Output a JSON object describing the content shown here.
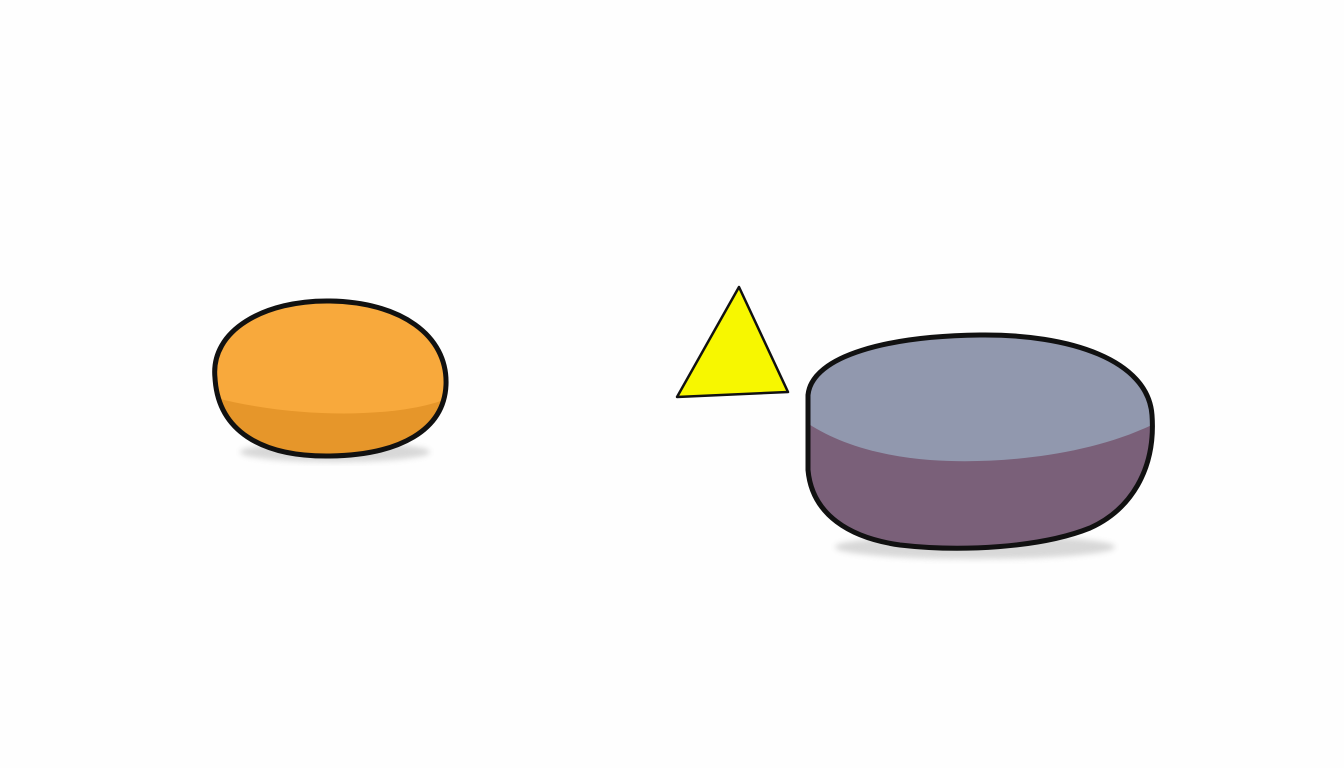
{
  "scene": {
    "background_color": "#fefefe",
    "shapes": [
      {
        "name": "orange-disc",
        "kind": "rounded-disc",
        "top_color": "#f8a93c",
        "side_color": "#e6962a",
        "outline_color": "#111111"
      },
      {
        "name": "yellow-triangle",
        "kind": "triangle",
        "fill_color": "#f7f700",
        "outline_color": "#111111"
      },
      {
        "name": "purple-disc",
        "kind": "cylinder-disc",
        "top_color": "#9198ae",
        "side_color": "#7a6079",
        "outline_color": "#111111"
      }
    ]
  }
}
